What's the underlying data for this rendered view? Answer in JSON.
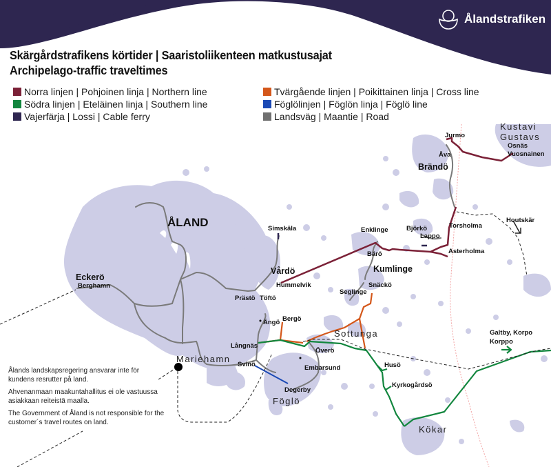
{
  "header": {
    "brand": "Ålandstrafiken",
    "brand_color": "#2e2650",
    "title_line1": "Skärgårdstrafikens körtider | Saaristoliikenteen matkustusajat",
    "title_line2": "Archipelago-traffic traveltimes"
  },
  "legend": {
    "items": [
      {
        "label": "Norra linjen | Pohjoinen linja | Northern line",
        "color": "#7b2137"
      },
      {
        "label": "Södra linjen | Eteläinen linja | Southern line",
        "color": "#12863e"
      },
      {
        "label": "Vajerfärja | Lossi | Cable ferry",
        "color": "#2e2650"
      },
      {
        "label": "Tvärgående linjen | Poikittainen linja | Cross line",
        "color": "#d4571a"
      },
      {
        "label": "Föglölinjen | Föglön linja | Föglö line",
        "color": "#1b49b5"
      },
      {
        "label": "Landsväg | Maantie | Road",
        "color": "#707070"
      }
    ]
  },
  "map": {
    "land_color": "#cdcde6",
    "region_label": "ÅLAND",
    "areas": {
      "kustavi": "Kustavi",
      "gustavs": "Gustavs",
      "sottunga": "Sottunga",
      "foglo": "Föglö",
      "kokar": "Kökar",
      "mariehamn": "Mariehamn"
    },
    "big_places": {
      "eckero": "Eckerö",
      "vardo": "Vårdö",
      "kumlinge": "Kumlinge",
      "brando": "Brändö"
    },
    "places": {
      "berghamn": "Berghamn",
      "simskala": "Simskäla",
      "hummelvik": "Hummelvik",
      "prasto": "Prästö",
      "tofto": "Töftö",
      "ango": "Ängö",
      "bergo": "Bergö",
      "langnas": "Långnäs",
      "svino": "Svinö",
      "overo": "Överö",
      "embarsund": "Embarsund",
      "degerby": "Degerby",
      "enklinge": "Enklinge",
      "baro": "Bärö",
      "snacko": "Snäckö",
      "seglinge": "Seglinge",
      "bjorko": "Björkö",
      "lappo": "Lappo",
      "torsholma": "Torsholma",
      "asterholma": "Asterholma",
      "jurmo": "Jurmo",
      "ava": "Åva",
      "osnas": "Osnäs",
      "vuosnainen": "Vuosnainen",
      "houtskar": "Houtskär",
      "husö": "Husö",
      "kyrkogardso": "Kyrkogårdsö",
      "galtby_korpo": "Galtby, Korpo",
      "korppo": "Korppo"
    }
  },
  "disclaimer": {
    "sv": "Ålands landskapsregering ansvarar inte för kundens resrutter på land.",
    "fi": "Ahvenanmaan maakuntahallitus ei ole vastuussa asiakkaan reiteistä maalla.",
    "en": "The Government of Åland is not responsible for the customer´s travel routes on land."
  }
}
